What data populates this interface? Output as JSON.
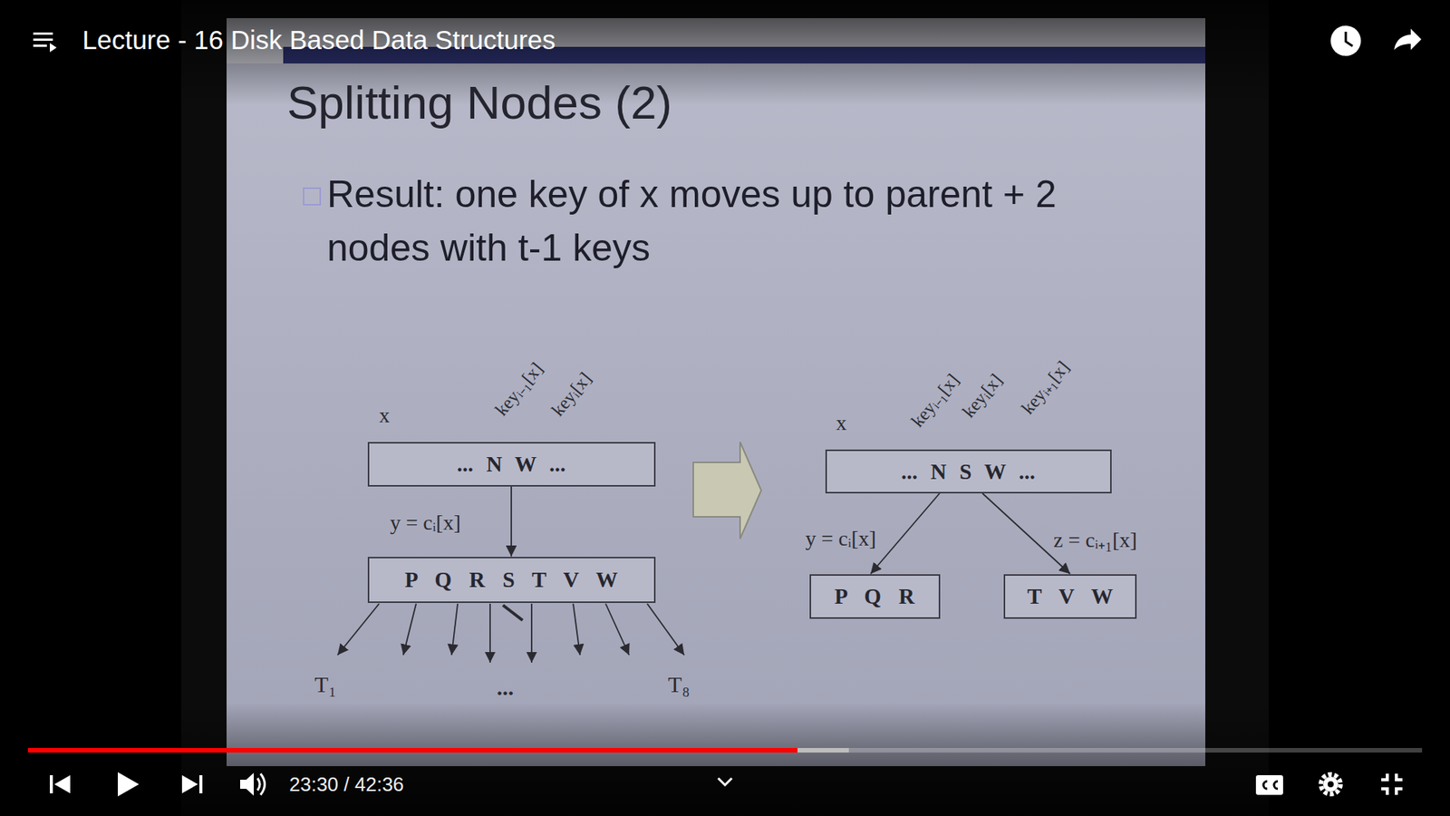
{
  "diagram": {
    "title": "Splitting Nodes (2)",
    "nodes": [
      {
        "text": [
          "... N W ..."
        ]
      },
      {
        "text": [
          "P Q R S T V W"
        ]
      },
      {
        "text": [
          "... N S W ..."
        ]
      },
      {
        "text": [
          "P Q R"
        ]
      },
      {
        "text": [
          "T V W"
        ]
      }
    ],
    "edges": [
      {
        "from": 0,
        "to": 1,
        "label": "y = cᵢ[x]",
        "arrow": "to"
      },
      {
        "from": 2,
        "to": 3,
        "label": "y = cᵢ[x]",
        "arrow": "to"
      },
      {
        "from": 2,
        "to": 4,
        "label": "z = cᵢ₊₁[x]",
        "arrow": "to"
      }
    ],
    "labels": [
      "Lecture - 16 Disk Based Data Structures",
      "Result: one key of x moves up to parent + 2 nodes with t-1 keys",
      "x",
      "keyᵢ₋₁[x]",
      "keyᵢ[x]",
      "T₁",
      "...",
      "T₈",
      "x",
      "keyᵢ₋₁[x]",
      "keyᵢ[x]",
      "keyᵢ₊₁[x]",
      "23:30 / 42:36"
    ]
  }
}
